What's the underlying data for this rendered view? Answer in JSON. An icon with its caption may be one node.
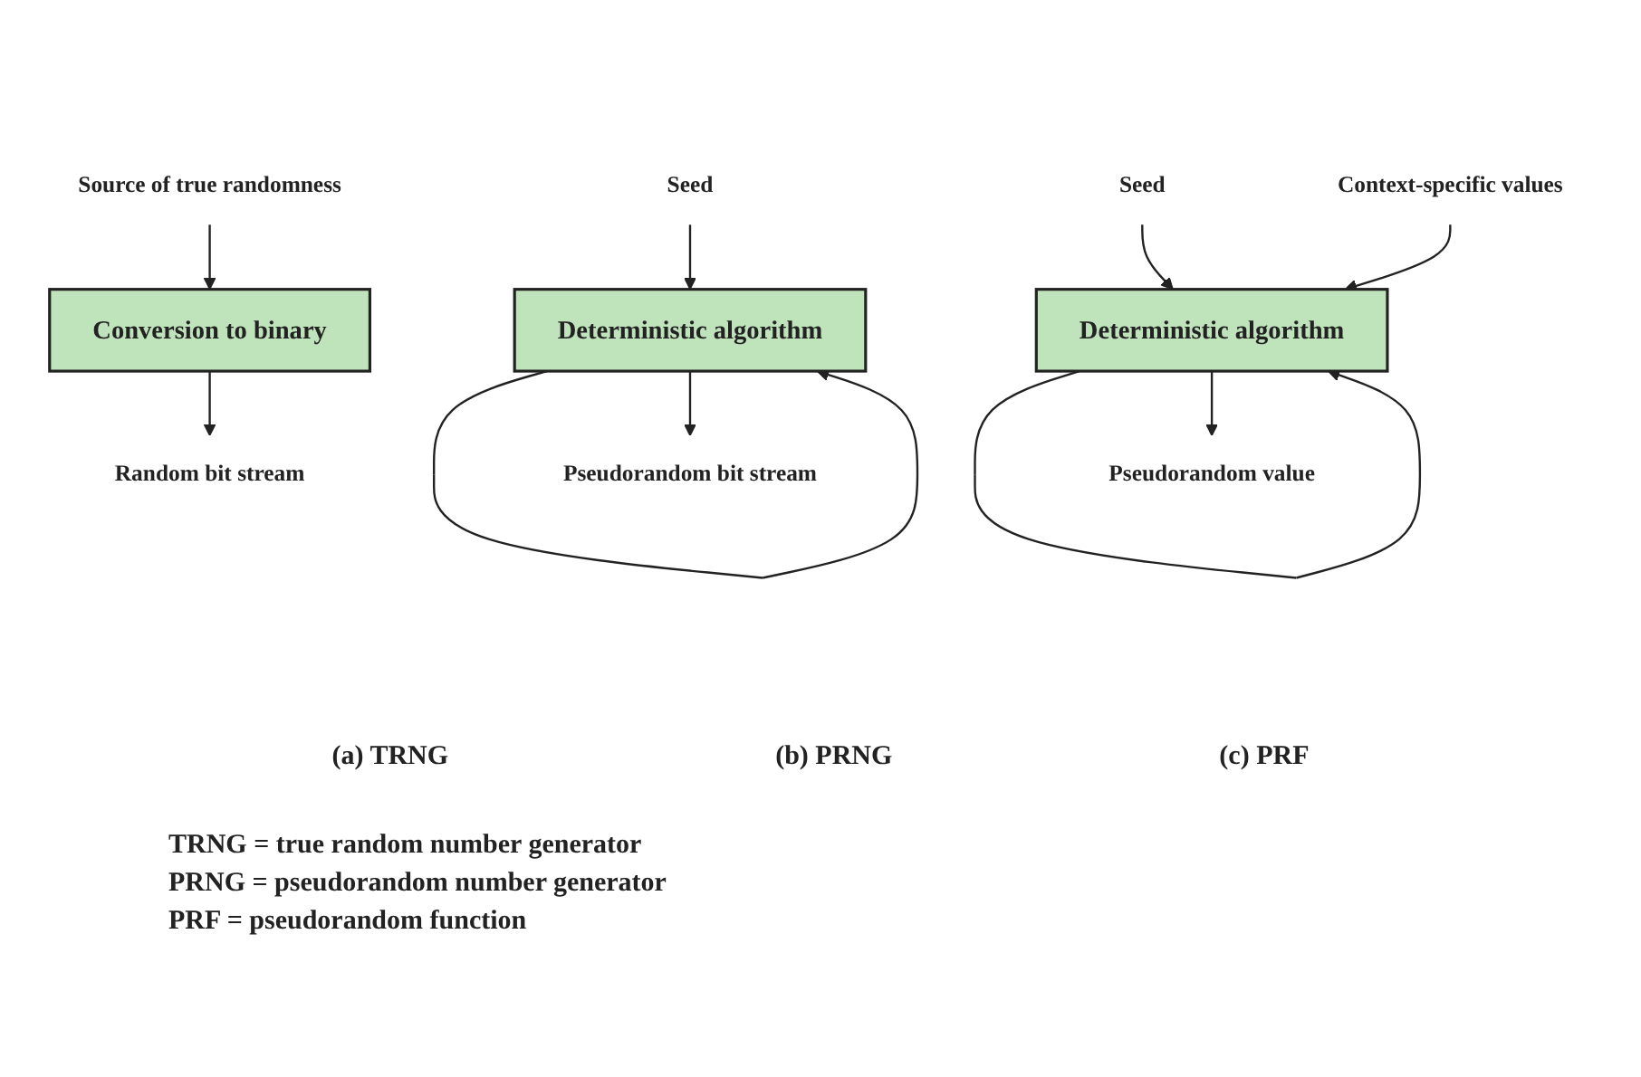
{
  "diagram": {
    "nodes": [
      {
        "text": [
          "Source of true randomness"
        ]
      },
      {
        "text": [
          "Conversion to binary"
        ]
      },
      {
        "text": [
          "Random bit stream"
        ]
      },
      {
        "text": [
          "Seed"
        ]
      },
      {
        "text": [
          "Deterministic algorithm"
        ]
      },
      {
        "text": [
          "Pseudorandom bit stream"
        ]
      },
      {
        "text": [
          "Seed"
        ]
      },
      {
        "text": [
          "Context-specific values"
        ]
      },
      {
        "text": [
          "Deterministic algorithm"
        ]
      },
      {
        "text": [
          "Pseudorandom value"
        ]
      }
    ],
    "edges": [
      {
        "from": 0,
        "to": 1,
        "arrow": "to"
      },
      {
        "from": 1,
        "to": 2,
        "arrow": "to"
      },
      {
        "from": 3,
        "to": 4,
        "arrow": "to"
      },
      {
        "from": 4,
        "to": 4,
        "arrow": "to"
      },
      {
        "from": 4,
        "to": 5,
        "arrow": "to"
      },
      {
        "from": 6,
        "to": 8,
        "arrow": "to"
      },
      {
        "from": 7,
        "to": 8,
        "arrow": "to"
      },
      {
        "from": 8,
        "to": 8,
        "arrow": "to"
      },
      {
        "from": 8,
        "to": 9,
        "arrow": "to"
      }
    ],
    "labels": [
      "(a) TRNG",
      "(b) PRNG",
      "(c) PRF",
      "TRNG = true random number generator",
      "PRNG = pseudorandom number generator",
      "PRF = pseudorandom function"
    ]
  }
}
